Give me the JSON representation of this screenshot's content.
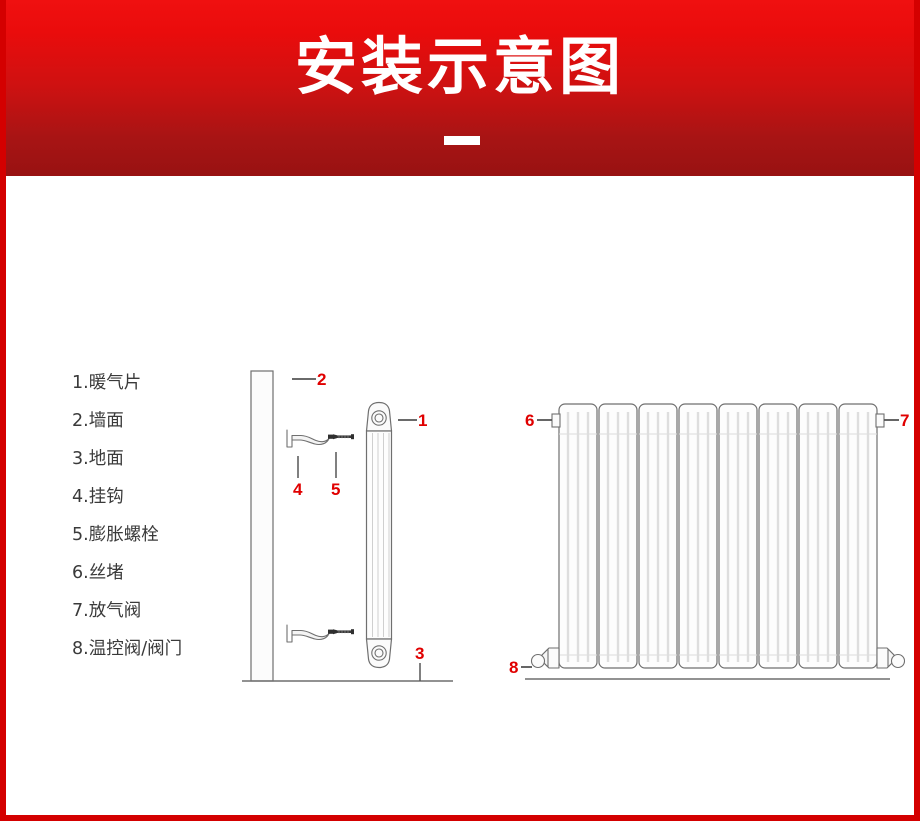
{
  "header": {
    "title": "安装示意图",
    "divider": "dash",
    "bg_top_color": "#f01010",
    "bg_bottom_color": "#981212"
  },
  "frame": {
    "border_color": "#d40000"
  },
  "legend": {
    "items": [
      {
        "index": "1",
        "label": "1.暖气片"
      },
      {
        "index": "2",
        "label": "2.墙面"
      },
      {
        "index": "3",
        "label": "3.地面"
      },
      {
        "index": "4",
        "label": "4.挂钩"
      },
      {
        "index": "5",
        "label": "5.膨胀螺栓"
      },
      {
        "index": "6",
        "label": "6.丝堵"
      },
      {
        "index": "7",
        "label": "7.放气阀"
      },
      {
        "index": "8",
        "label": "8.温控阀/阀门"
      }
    ],
    "text_color": "#3a3a3a"
  },
  "diagram_left": {
    "name": "side-view",
    "callouts": [
      {
        "number": "1",
        "target": "radiator-section"
      },
      {
        "number": "2",
        "target": "wall"
      },
      {
        "number": "3",
        "target": "floor"
      },
      {
        "number": "4",
        "target": "hook"
      },
      {
        "number": "5",
        "target": "expansion-bolt"
      }
    ],
    "hook_count": 2,
    "bolt_count": 2
  },
  "diagram_right": {
    "name": "front-view",
    "section_count": 8,
    "callouts": [
      {
        "number": "6",
        "target": "plug-left"
      },
      {
        "number": "7",
        "target": "air-valve-right"
      },
      {
        "number": "8",
        "target": "thermostatic-valve-bottom-left"
      }
    ]
  },
  "colors": {
    "label_red": "#e00000",
    "outline_gray": "#6f6f6f",
    "light_gray": "#c9c9c9",
    "bolt_dark": "#2f2f2f"
  }
}
